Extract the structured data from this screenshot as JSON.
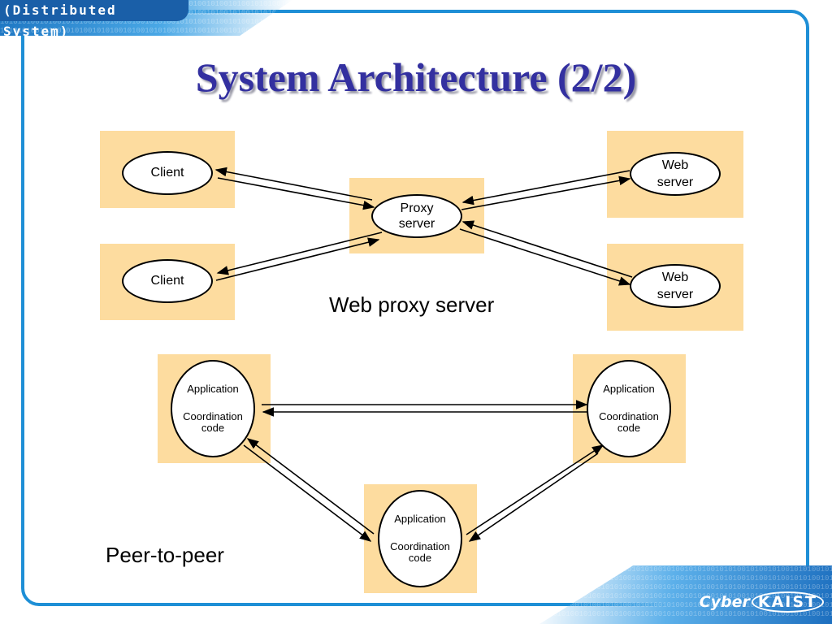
{
  "header": {
    "section_tag": "(Distributed System)",
    "binary_pattern": "1010101001010010101001010100101001010100101010010100101001010100101010"
  },
  "title": "System Architecture (2/2)",
  "proxy_diagram": {
    "caption": "Web proxy server",
    "client_top": "Client",
    "client_bottom": "Client",
    "proxy_line1": "Proxy",
    "proxy_line2": "server",
    "web_top_line1": "Web",
    "web_top_line2": "server",
    "web_bottom_line1": "Web",
    "web_bottom_line2": "server"
  },
  "p2p_diagram": {
    "caption": "Peer-to-peer",
    "peers": [
      {
        "app": "Application",
        "coord1": "Coordination",
        "coord2": "code"
      },
      {
        "app": "Application",
        "coord1": "Coordination",
        "coord2": "code"
      },
      {
        "app": "Application",
        "coord1": "Coordination",
        "coord2": "code"
      }
    ]
  },
  "footer": {
    "logo_prefix": "Cyber",
    "logo_main": "KAIST"
  },
  "colors": {
    "frame": "#1e8fd6",
    "title": "#3330a0",
    "box_fill": "#fddc9f"
  }
}
